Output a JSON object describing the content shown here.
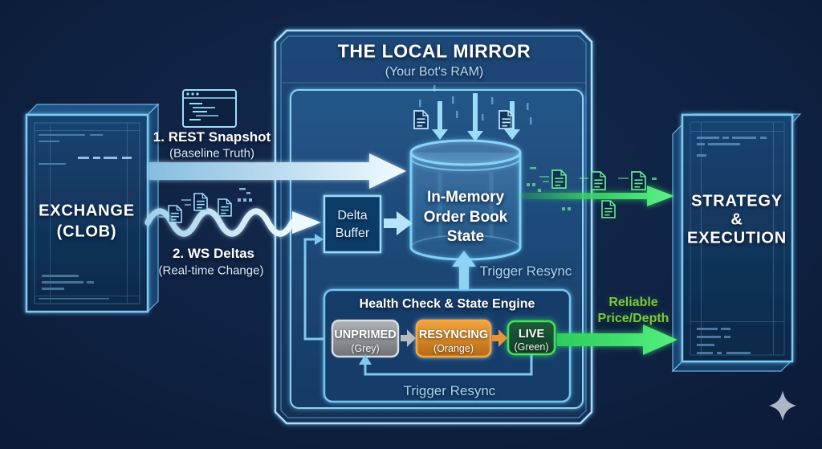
{
  "colors": {
    "background": "#0c1c3a",
    "accent_blue": "#8fd4f6",
    "panel_blue": "#1d4b7e",
    "state_grey": "#8e9297",
    "state_orange": "#e0882a",
    "state_green": "#3dd95c",
    "flow_green": "#3ce06a",
    "label_green": "#7cc83e",
    "text_white": "#ffffff",
    "text_lightblue": "#a6d2ee"
  },
  "exchange": {
    "line1": "EXCHANGE",
    "line2": "(CLOB)"
  },
  "mirror": {
    "title": "THE LOCAL MIRROR",
    "subtitle": "(Your Bot's RAM)"
  },
  "strategy": {
    "line1": "STRATEGY",
    "line2": "&",
    "line3": "EXECUTION"
  },
  "flows": {
    "rest": {
      "label": "1. REST Snapshot",
      "sublabel": "(Baseline Truth)"
    },
    "ws": {
      "label": "2. WS Deltas",
      "sublabel": "(Real-time Change)"
    },
    "trigger_resync_upper": "Trigger Resync",
    "trigger_resync_lower": "Trigger Resync",
    "reliable": {
      "line1": "Reliable",
      "line2": "Price/Depth"
    }
  },
  "delta_buffer": {
    "line1": "Delta",
    "line2": "Buffer"
  },
  "order_book": {
    "line1": "In-Memory",
    "line2": "Order Book",
    "line3": "State"
  },
  "health_engine": {
    "title": "Health Check & State Engine",
    "states": [
      {
        "label": "UNPRIMED",
        "sublabel": "(Grey)"
      },
      {
        "label": "RESYNCING",
        "sublabel": "(Orange)"
      },
      {
        "label": "LIVE",
        "sublabel": "(Green)"
      }
    ]
  },
  "icons": {
    "rest_source": "code-window-icon",
    "ws_messages": "document-icon",
    "stream_in": "document-icon",
    "stream_out": "document-icon",
    "watermark": "sparkle-icon"
  }
}
